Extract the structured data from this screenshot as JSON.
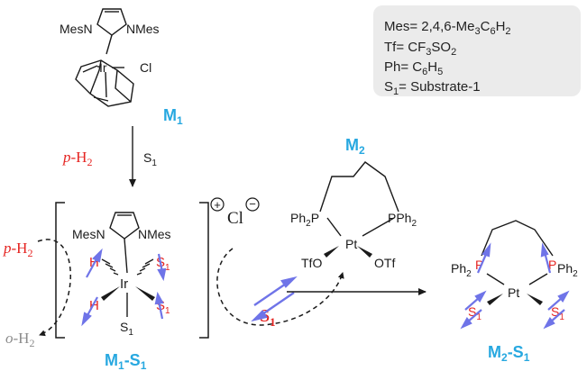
{
  "colors": {
    "bond": "#1a1a1a",
    "cyan_label": "#27a8e0",
    "red": "#e52421",
    "gray": "#8c8c8c",
    "spin_arrow": "#6f74e8",
    "legend_bg": "#ebebeb"
  },
  "legend": {
    "mes": "Mes= 2,4,6-Me",
    "mes_sub1": "3",
    "mes_mid": "C",
    "mes_sub2": "6",
    "mes_h": "H",
    "mes_sub3": "2",
    "tf": "Tf= CF",
    "tf_sub1": "3",
    "tf_so": "SO",
    "tf_sub2": "2",
    "ph": "Ph= C",
    "ph_sub1": "6",
    "ph_h": "H",
    "ph_sub2": "5",
    "s1": "S",
    "s1_sub": "1",
    "s1_rest": "= Substrate-1"
  },
  "m1": {
    "mes_left": "MesN",
    "mes_right": "NMes",
    "metal": "Ir",
    "cl": "Cl",
    "label": "M",
    "label_sub": "1"
  },
  "arrow_step": {
    "ph2_p": "p",
    "ph2_h": "-H",
    "ph2_sub": "2",
    "s": "S",
    "s_sub": "1"
  },
  "m1s1": {
    "mes_left": "MesN",
    "mes_right": "NMes",
    "metal": "Ir",
    "h": "H",
    "s": "S",
    "s_sub": "1",
    "plus": "+",
    "cl": "Cl",
    "minus": "−",
    "label": "M",
    "label_sub1": "1",
    "label_dash": "-S",
    "label_sub2": "1"
  },
  "exchange": {
    "p": "p",
    "h": "-H",
    "sub": "2",
    "o": "o",
    "o_h": "-H",
    "o_sub": "2"
  },
  "free_substrate": {
    "s": "S",
    "sub": "1"
  },
  "m2": {
    "label": "M",
    "label_sub": "2",
    "ph2p": "Ph",
    "ph2p_sub": "2",
    "ph2p_p": "P",
    "pph2_p": "PPh",
    "pph2_sub": "2",
    "metal": "Pt",
    "tfo": "TfO",
    "otf": "OTf"
  },
  "m2s1": {
    "ph2": "Ph",
    "ph2_sub": "2",
    "p": "P",
    "p2": "P",
    "ph2r": "Ph",
    "ph2r_sub": "2",
    "metal": "Pt",
    "s": "S",
    "s_sub": "1",
    "label": "M",
    "label_sub1": "2",
    "label_dash": "-S",
    "label_sub2": "1"
  }
}
